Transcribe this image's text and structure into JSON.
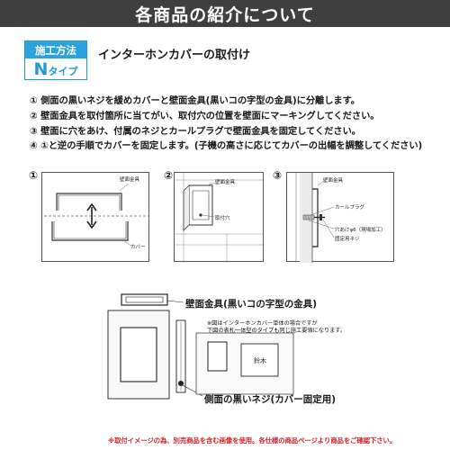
{
  "banner": {
    "title": "各商品の紹介について"
  },
  "method": {
    "label": "施工方法",
    "type_letter": "N",
    "type_suffix": "タイプ"
  },
  "page_title": "インターホンカバーの取付け",
  "steps": [
    "① 側面の黒いネジを緩めカバーと壁面金具(黒いコの字型の金具)に分離します。",
    "② 壁面金具を取付箇所に当てがい、取付穴の位置を壁面にマーキングしてください。",
    "③ 壁面に穴をあけ、付属のネジとカールプラグで壁面金具を固定してください。",
    "④ ①と逆の手順でカバーを固定します。(子機の高さに応じてカバーの出幅を調整してください)"
  ],
  "figures": {
    "fig1": {
      "num": "①",
      "bracket_label": "壁面金具",
      "cover_label": "カバー"
    },
    "fig2": {
      "num": "②",
      "bracket_label": "壁面金具",
      "hole_label": "取付穴"
    },
    "fig3": {
      "num": "③",
      "bracket_label": "壁面金具",
      "plug_label": "カールプラグ",
      "hole_label": "穴あけφ6（現場加工）",
      "screw_label": "固定用ネジ"
    }
  },
  "product": {
    "bracket_label": "壁面金具(黒いコの字型の金具)",
    "screw_label": "側面の黒いネジ(カバー固定用)",
    "note_line1": "※図はインターホンカバー単体の場合ですが",
    "note_line2": "下図の表札一体型のタイプも同じ施工要領になります。",
    "nameplate_text": "鈴木"
  },
  "footer": "※取付イメージの為、別売商品を含む画像を使用。各仕様の商品ページより商品をご確認下さい。",
  "colors": {
    "accent_blue": "#2aa3df",
    "banner_bg": "#3f3f3f",
    "footer_red": "#d0232a"
  }
}
